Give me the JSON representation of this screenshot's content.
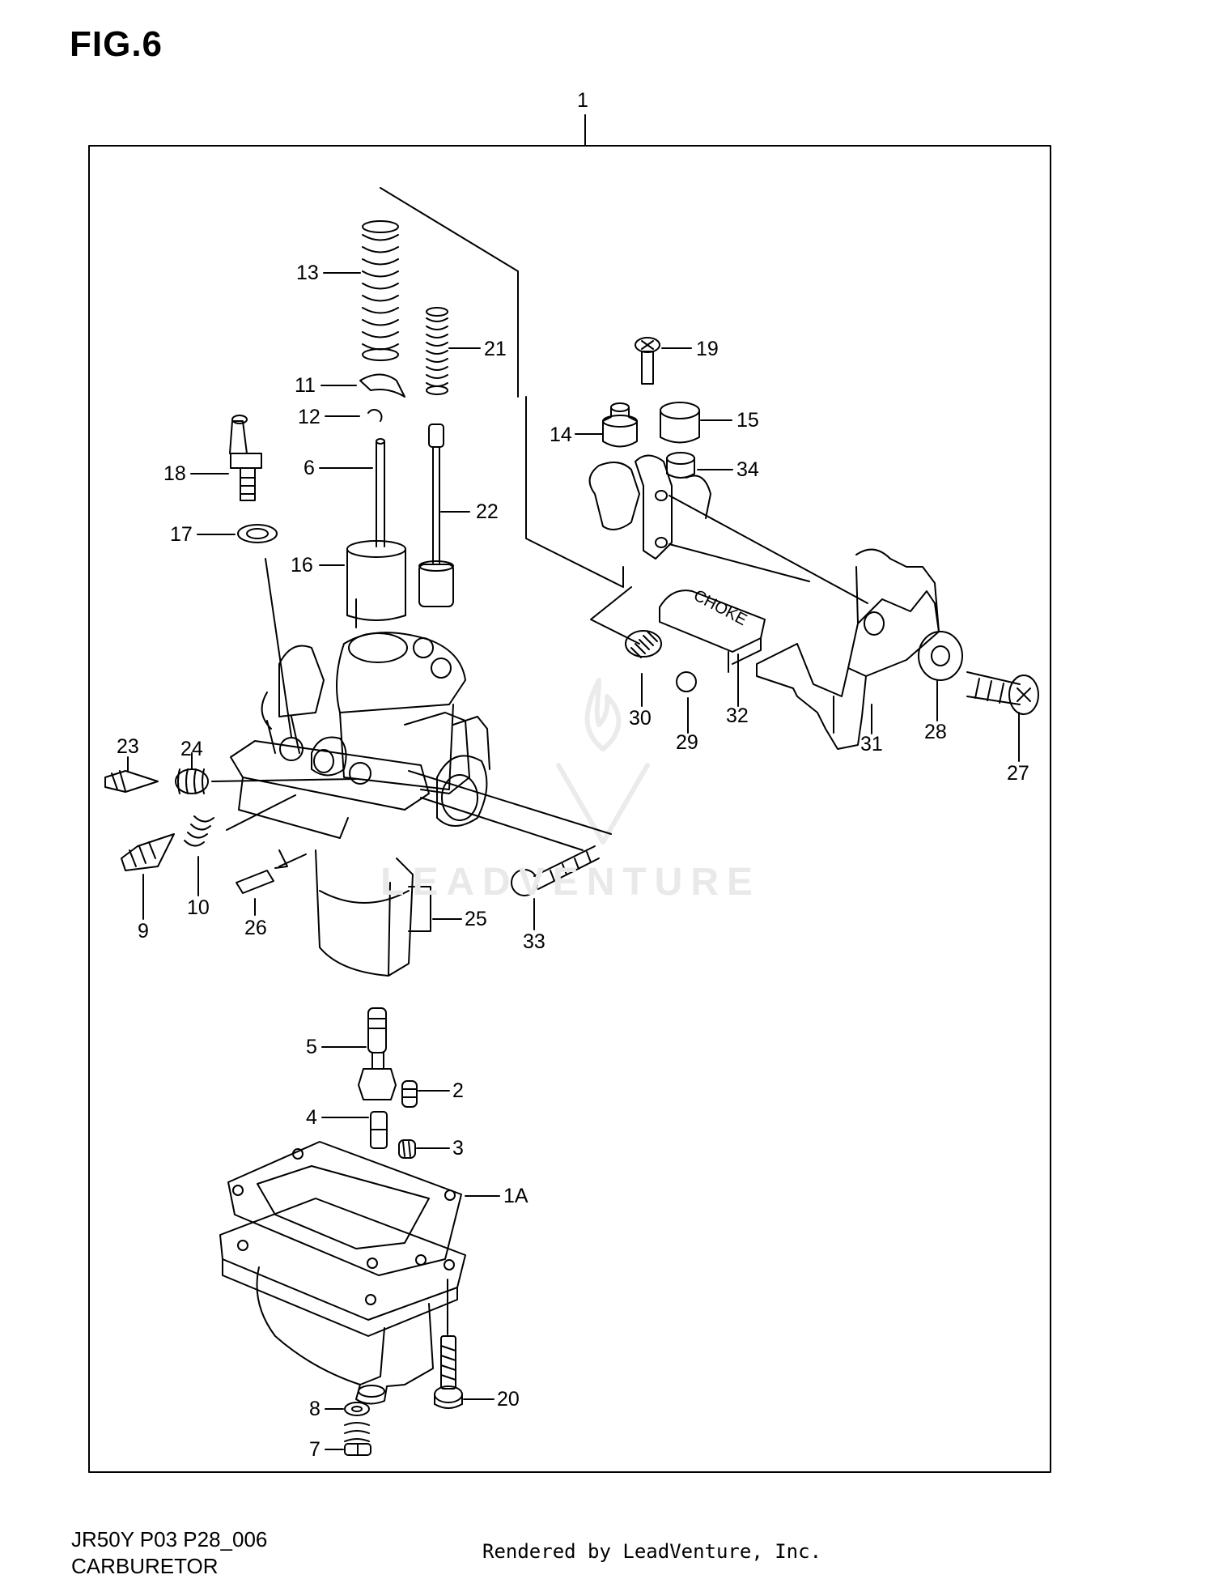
{
  "figure": {
    "title": "FIG.6",
    "diagram_code": "JR50Y P03 P28_006",
    "diagram_title": "CARBURETOR",
    "render_credit": "Rendered by LeadVenture, Inc.",
    "watermark": "LEADVENTURE"
  },
  "callouts": {
    "c1": "1",
    "c1a": "1A",
    "c2": "2",
    "c3": "3",
    "c4": "4",
    "c5": "5",
    "c6": "6",
    "c7": "7",
    "c8": "8",
    "c9": "9",
    "c10": "10",
    "c11": "11",
    "c12": "12",
    "c13": "13",
    "c14": "14",
    "c15": "15",
    "c16": "16",
    "c17": "17",
    "c18": "18",
    "c19": "19",
    "c20": "20",
    "c21": "21",
    "c22": "22",
    "c23": "23",
    "c24": "24",
    "c25": "25",
    "c26": "26",
    "c27": "27",
    "c28": "28",
    "c29": "29",
    "c30": "30",
    "c31": "31",
    "c32": "32",
    "c33": "33",
    "c34": "34"
  },
  "part_labels": {
    "choke_plate": "CHOKE"
  },
  "icons": {
    "watermark_logo": "flame-v-logo-icon"
  }
}
